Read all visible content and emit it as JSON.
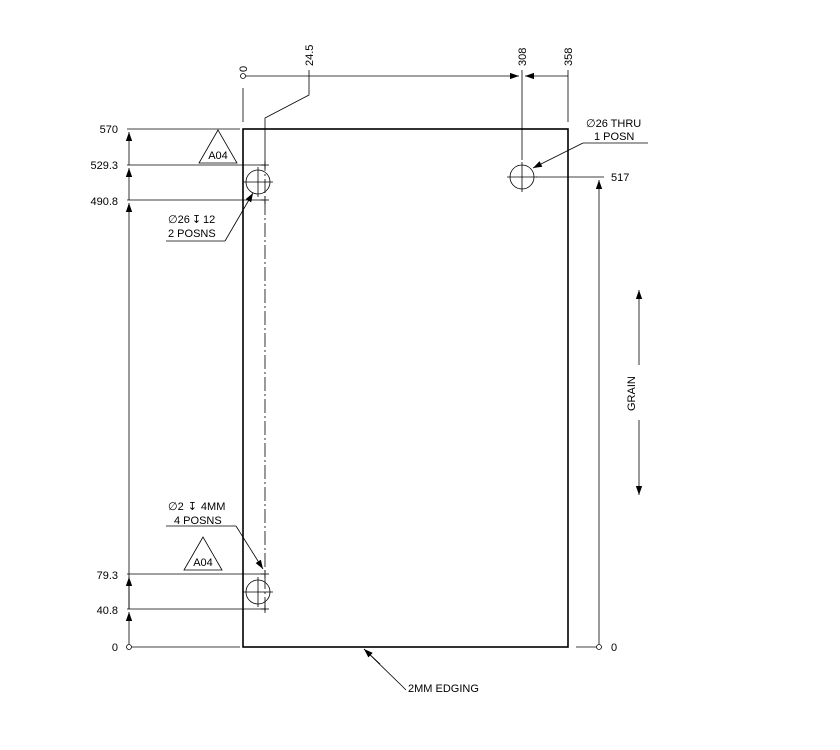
{
  "dimensions": {
    "top": [
      "0",
      "24.5",
      "308",
      "358"
    ],
    "left": [
      "570",
      "529.3",
      "490.8",
      "79.3",
      "40.8",
      "0"
    ],
    "right": [
      "517",
      "0"
    ]
  },
  "callouts": {
    "top_right_hole": {
      "line1": "∅26 THRU",
      "line2": "1 POSN"
    },
    "top_left_hole": {
      "line1": "∅26",
      "depth_symbol": "↧",
      "line1b": "12",
      "line2": "2 POSNS"
    },
    "small_holes": {
      "line1": "∅2",
      "depth_symbol": "↧",
      "line1b": "4MM",
      "line2": "4 POSNS"
    },
    "edging": "2MM EDGING"
  },
  "tags": {
    "upper": "A04",
    "lower": "A04"
  },
  "grain_label": "GRAIN"
}
